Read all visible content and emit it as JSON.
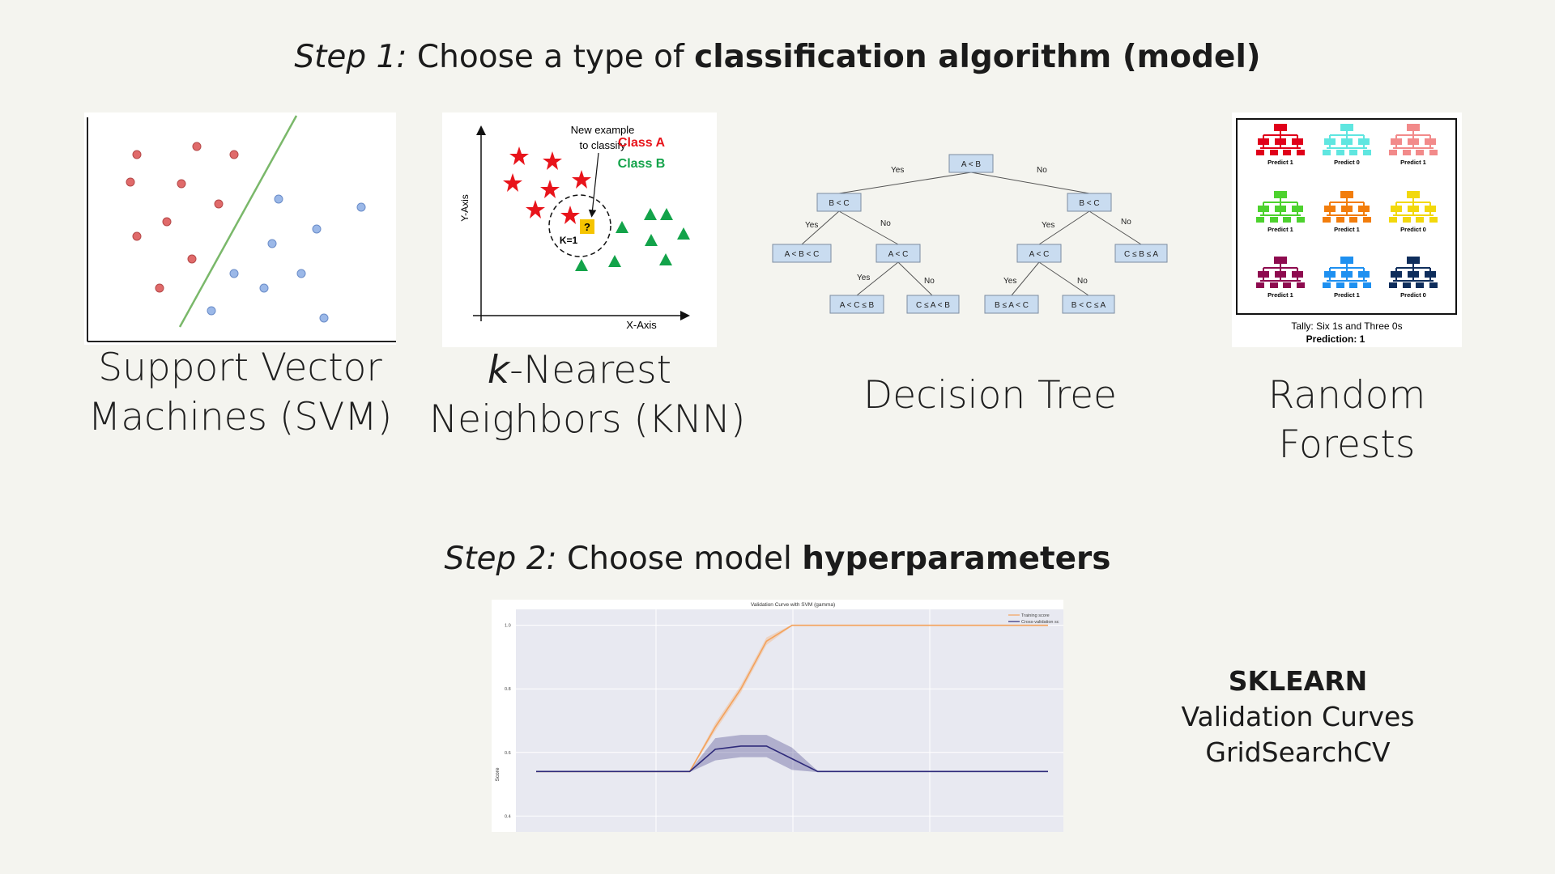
{
  "step1": {
    "step": "Step 1:",
    "text": " Choose a type of ",
    "bold": "classification algorithm (model)"
  },
  "step2": {
    "step": "Step 2:",
    "text": " Choose model ",
    "bold": "hyperparameters"
  },
  "models": [
    {
      "line1": "Support Vector",
      "line2": "Machines (SVM)"
    },
    {
      "italic": "k",
      "line1_rest": "-Nearest",
      "line2": "Neighbors (KNN)"
    },
    {
      "line1": "Decision Tree"
    },
    {
      "line1": "Random",
      "line2": "Forests"
    }
  ],
  "knn": {
    "annotation1": "New example",
    "annotation2": "to classify",
    "class_a": "Class A",
    "class_b": "Class B",
    "k_label": "K=1",
    "query": "?",
    "y_axis": "Y-Axis",
    "x_axis": "X-Axis",
    "colors": {
      "class_a": "#e8141b",
      "class_b": "#13a34a"
    }
  },
  "tree": {
    "nodes": [
      "A < B",
      "B < C",
      "B < C",
      "A < B < C",
      "A < C",
      "A < C",
      "C ≤ B ≤ A",
      "A < C ≤ B",
      "C ≤ A < B",
      "B ≤ A < C",
      "B < C ≤ A"
    ],
    "yes": "Yes",
    "no": "No"
  },
  "forest": {
    "predictions": [
      "Predict 1",
      "Predict 0",
      "Predict 1",
      "Predict 1",
      "Predict 1",
      "Predict 0",
      "Predict 1",
      "Predict 1",
      "Predict 0"
    ],
    "tally": "Tally: Six 1s and Three 0s",
    "final": "Prediction: 1",
    "colors": [
      "#e0001a",
      "#5fe6e0",
      "#f28a8a",
      "#4dd22e",
      "#f27d0c",
      "#f2d80c",
      "#8e0b4f",
      "#1e90f0",
      "#0f2e5c"
    ]
  },
  "chart_data": {
    "type": "line",
    "title": "Validation Curve with SVM (gamma)",
    "ylabel": "Score",
    "xlabel": "",
    "ylim": [
      0.35,
      1.05
    ],
    "yticks": [
      "0.4",
      "0.6",
      "0.8",
      "1.0"
    ],
    "x": [
      1,
      2,
      3,
      4,
      5,
      6,
      7,
      8,
      9,
      10,
      11,
      12,
      13,
      14,
      15,
      16,
      17,
      18,
      19,
      20,
      21
    ],
    "series": [
      {
        "name": "Training score",
        "color": "#f4a25b",
        "values": [
          0.54,
          0.54,
          0.54,
          0.54,
          0.54,
          0.54,
          0.54,
          0.68,
          0.8,
          0.95,
          1.0,
          1.0,
          1.0,
          1.0,
          1.0,
          1.0,
          1.0,
          1.0,
          1.0,
          1.0,
          1.0
        ]
      },
      {
        "name": "Cross-validation sc",
        "color": "#2e2a7a",
        "values": [
          0.54,
          0.54,
          0.54,
          0.54,
          0.54,
          0.54,
          0.54,
          0.61,
          0.62,
          0.62,
          0.58,
          0.54,
          0.54,
          0.54,
          0.54,
          0.54,
          0.54,
          0.54,
          0.54,
          0.54,
          0.54
        ]
      }
    ],
    "legend": "top-right",
    "grid": true
  },
  "sklearn": {
    "title": "SKLEARN",
    "line1": "Validation Curves",
    "line2": "GridSearchCV"
  }
}
